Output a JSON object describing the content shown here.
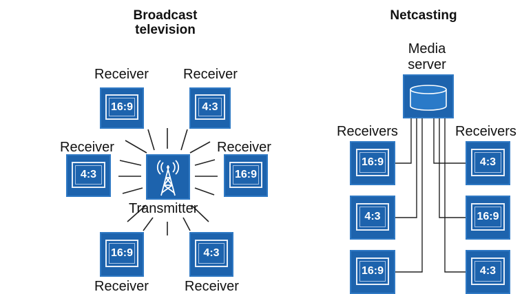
{
  "broadcast": {
    "heading": [
      "Broadcast",
      "television"
    ],
    "transmitter_label": "Transmitter",
    "receiver_label": "Receiver",
    "receivers": [
      {
        "ratio": "16:9"
      },
      {
        "ratio": "4:3"
      },
      {
        "ratio": "4:3"
      },
      {
        "ratio": "16:9"
      },
      {
        "ratio": "16:9"
      },
      {
        "ratio": "4:3"
      }
    ]
  },
  "netcasting": {
    "heading": "Netcasting",
    "server_label": [
      "Media",
      "server"
    ],
    "receivers_label": "Receivers",
    "left_receivers": [
      {
        "ratio": "16:9"
      },
      {
        "ratio": "4:3"
      },
      {
        "ratio": "16:9"
      }
    ],
    "right_receivers": [
      {
        "ratio": "4:3"
      },
      {
        "ratio": "16:9"
      },
      {
        "ratio": "4:3"
      }
    ]
  },
  "colors": {
    "box": "#1d63ad",
    "line": "#222222"
  },
  "icons": {
    "transmitter": "radio-tower-icon",
    "server": "database-icon"
  }
}
